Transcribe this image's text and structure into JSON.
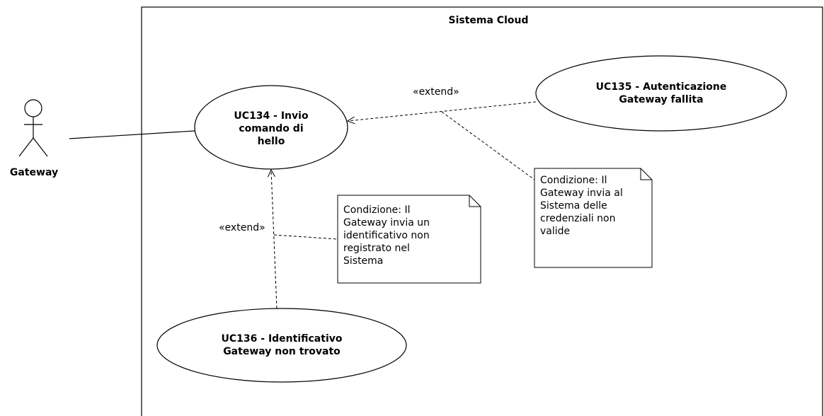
{
  "system": {
    "title": "Sistema Cloud"
  },
  "actor": {
    "name": "Gateway"
  },
  "use_cases": {
    "uc134": "UC134 - Invio\ncomando di\nhello",
    "uc135": "UC135 - Autenticazione\nGateway fallita",
    "uc136": "UC136 - Identificativo\nGateway non trovato"
  },
  "relations": {
    "extend_uc135": "«extend»",
    "extend_uc136": "«extend»"
  },
  "notes": {
    "uc135_condition": "Condizione: Il\nGateway invia al\nSistema delle\ncredenziali non\nvalide",
    "uc136_condition": "Condizione: Il\nGateway invia un\nidentificativo non\nregistrato nel\nSistema"
  }
}
